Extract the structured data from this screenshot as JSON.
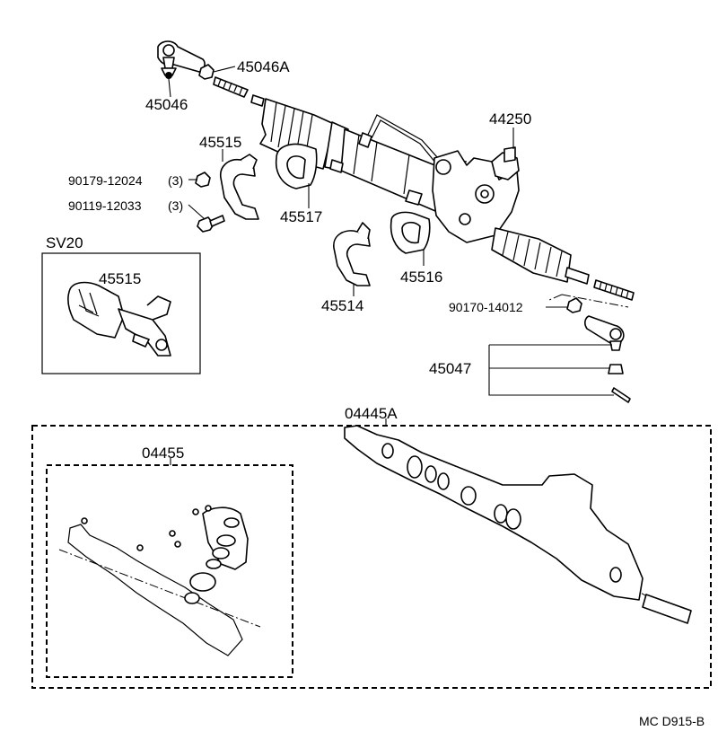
{
  "labels": {
    "p45046A": "45046A",
    "p45046": "45046",
    "p44250": "44250",
    "p45515_top": "45515",
    "p90179": "90179-12024",
    "p90179_qty": "(3)",
    "p90119": "90119-12033",
    "p90119_qty": "(3)",
    "p45517": "45517",
    "p45516": "45516",
    "p45514": "45514",
    "sv20": "SV20",
    "p45515_inset": "45515",
    "p90170": "90170-14012",
    "p45047": "45047",
    "p04445A": "04445A",
    "p04455": "04455",
    "drawing_code": "MC D915-B"
  }
}
